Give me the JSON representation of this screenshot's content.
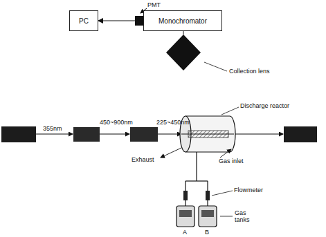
{
  "diagram": {
    "nodes": [
      {
        "text": [
          "PC"
        ]
      },
      {
        "text": [
          "Monochromator"
        ]
      }
    ],
    "edges": [
      {
        "from": 1,
        "to": 0,
        "arrow": "to"
      }
    ],
    "labels": [
      "PMT",
      "Collection lens",
      "355nm",
      "450~900nm",
      "225~450nm",
      "Discharge reactor",
      "Exhaust",
      "Gas inlet",
      "Flowmeter",
      "Gas tanks",
      "A",
      "B"
    ]
  }
}
